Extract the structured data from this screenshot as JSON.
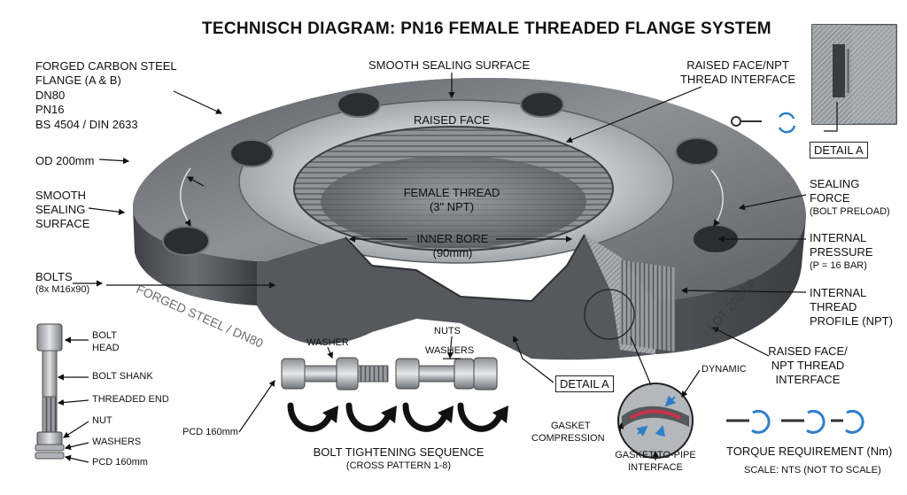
{
  "title": "TECHNISCH DIAGRAM: PN16 FEMALE THREADED FLANGE SYSTEM",
  "flange_spec": {
    "line1": "FORGED CARBON STEEL",
    "line2": "FLANGE (A & B)",
    "line3": "DN80",
    "line4": "PN16",
    "line5": "BS 4504 / DIN 2633"
  },
  "od_label": "OD 200mm",
  "left_sealing_surface": [
    "SMOOTH",
    "SEALING",
    "SURFACE"
  ],
  "top_sealing_surface": "SMOOTH SEALING SURFACE",
  "raised_face": "RAISED FACE",
  "female_thread": [
    "FEMALE THREAD",
    "(3\" NPT)"
  ],
  "inner_bore": [
    "INNER BORE",
    "(90mm)"
  ],
  "top_right_interface": [
    "RAISED FACE/NPT",
    "THREAD INTERFACE"
  ],
  "detail_a_label": "DETAIL A",
  "sealing_force": [
    "SEALING",
    "FORCE",
    "(BOLT PRELOAD)"
  ],
  "internal_pressure": [
    "INTERNAL",
    "PRESSURE",
    "(P = 16 BAR)"
  ],
  "internal_thread_profile": [
    "INTERNAL",
    "THREAD",
    "PROFILE (NPT)"
  ],
  "right_interface": [
    "RAISED FACE/",
    "NPT THREAD",
    "INTERFACE"
  ],
  "bolts": [
    "BOLTS",
    "(8x M16x90)"
  ],
  "bolt_parts": {
    "head": [
      "BOLT",
      "HEAD"
    ],
    "shank": "BOLT SHANK",
    "threaded_end": "THREADED END",
    "nut": "NUT",
    "washers": "WASHERS",
    "pcd": "PCD 160mm"
  },
  "pcd_label": "PCD 160mm",
  "washer_label": "WASHER",
  "nuts_label": "NUTS",
  "washers_label": "WASHERS",
  "bolt_sequence": [
    "BOLT TIGHTENING SEQUENCE",
    "(CROSS PATTERN 1-8)"
  ],
  "detail_a_center": "DETAIL A",
  "dynamic_label": "DYNAMIC",
  "gasket_compression": [
    "GASKET",
    "COMPRESSION"
  ],
  "gasket_interface": [
    "GASKET-TO-PIPE",
    "INTERFACE"
  ],
  "torque_requirement": "TORQUE REQUIREMENT (Nm)",
  "scale_note": "SCALE: NTS (NOT TO SCALE)",
  "engraving_left": "FORGED STEEL / DN80",
  "engraving_right": "/ LOT 2024/0",
  "colors": {
    "steel_dark": "#4a4d52",
    "steel_mid": "#7a7e84",
    "steel_light": "#b9bcc0",
    "arrow_black": "#111111",
    "accent_blue": "#2f7fc9",
    "accent_red": "#c8324a"
  }
}
